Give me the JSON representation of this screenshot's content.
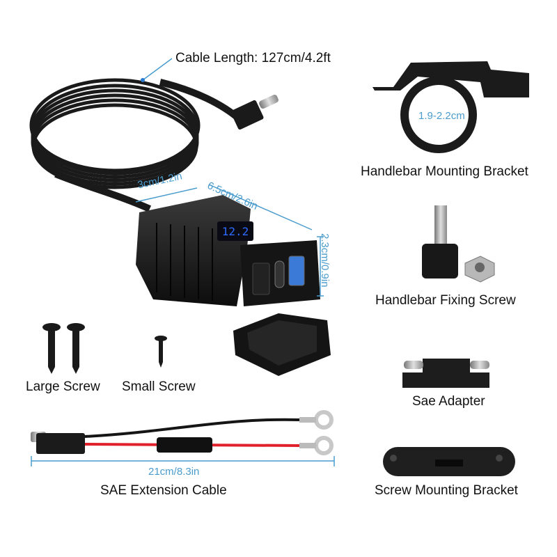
{
  "product": {
    "cable_length_label": "Cable Length: 127cm/4.2ft",
    "dimensions": {
      "width": "3cm/1.2in",
      "length": "6.5cm/2.6in",
      "height": "2.3cm/0.9in"
    },
    "display_reading": "12.2",
    "accent_color": "#4a9ccd"
  },
  "accessories": [
    {
      "name": "Handlebar Mounting Bracket",
      "dimension": "1.9-2.2cm"
    },
    {
      "name": "Handlebar Fixing Screw"
    },
    {
      "name": "Large Screw"
    },
    {
      "name": "Small Screw"
    },
    {
      "name": "Sae Adapter"
    },
    {
      "name": "SAE Extension Cable",
      "dimension": "21cm/8.3in"
    },
    {
      "name": "Screw Mounting Bracket"
    }
  ]
}
